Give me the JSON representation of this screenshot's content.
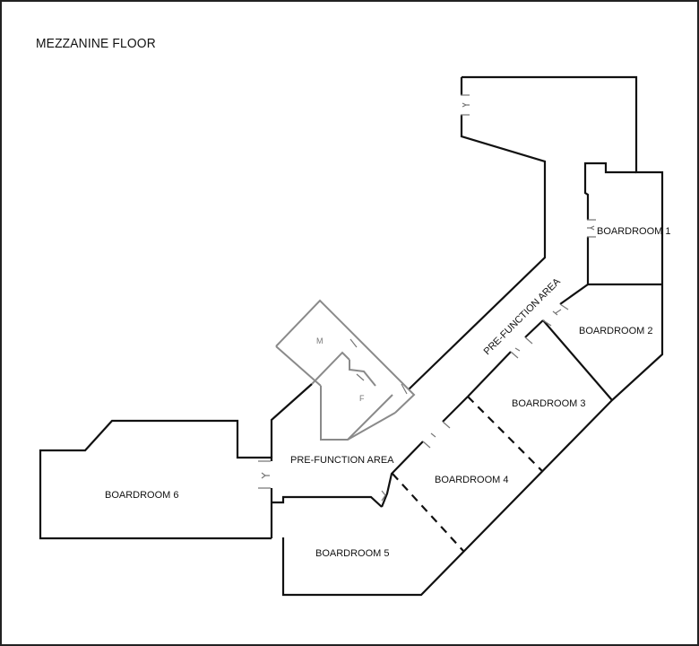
{
  "map": {
    "title": "MEZZANINE FLOOR",
    "labels": {
      "boardroom_1": "BOARDROOM 1",
      "boardroom_2": "BOARDROOM 2",
      "boardroom_3": "BOARDROOM 3",
      "boardroom_4": "BOARDROOM 4",
      "boardroom_5": "BOARDROOM 5",
      "boardroom_6": "BOARDROOM 6",
      "pre_function_upper": "PRE-FUNCTION AREA",
      "pre_function_lower": "PRE-FUNCTION AREA",
      "restroom_male": "M",
      "restroom_female": "F"
    },
    "colors": {
      "wall": "#111111",
      "restroom_outline": "#8a8a8a",
      "background": "#ffffff"
    }
  }
}
